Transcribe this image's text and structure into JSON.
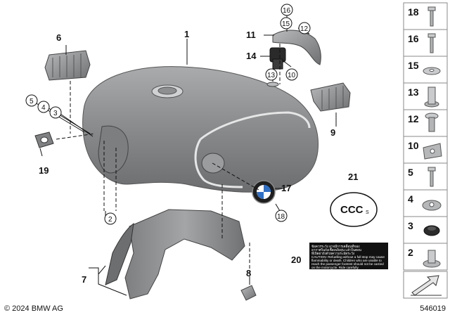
{
  "diagram": {
    "labels": {
      "tank": "1",
      "spacer": "2",
      "bolt": "3",
      "clip": "4",
      "screw_5": "5",
      "bracket": "6",
      "cover": "7",
      "pipe": "8",
      "clip_rear": "9",
      "clip_nut": "10",
      "cap": "11",
      "screw_12": "12",
      "bushing": "13",
      "grommet": "14",
      "washer": "15",
      "screw_16": "16",
      "badge": "17",
      "screw_18": "18",
      "gasket": "19",
      "ccc_sticker": "21",
      "warning_label": "20"
    },
    "ccc_mark": "CCC",
    "ccc_suffix": "S",
    "warning_lines": [
      "ข้อควรระวัง อาจมีการเคลื่อนที่ของ",
      "อากาศในถังเชื้อเพลิงอุ่น แล้วในตอน",
      "ที่เปิดฝาถังด้วยความระมัดระวัง",
      "CAUTION: Refuelling without a full stop may cause",
      "flammability or death. Children who are unable to",
      "reach the passenger footrest should not be carried",
      "on the motorcycle. Ride carefully."
    ]
  },
  "side_parts": [
    {
      "num": "18",
      "icon": "screw-icon"
    },
    {
      "num": "16",
      "icon": "screw-icon"
    },
    {
      "num": "15",
      "icon": "washer-icon"
    },
    {
      "num": "13",
      "icon": "bushing-icon"
    },
    {
      "num": "12",
      "icon": "collar-screw-icon"
    },
    {
      "num": "10",
      "icon": "clip-nut-icon"
    },
    {
      "num": "5",
      "icon": "screw-icon"
    },
    {
      "num": "4",
      "icon": "clip-icon"
    },
    {
      "num": "3",
      "icon": "grommet-icon"
    },
    {
      "num": "2",
      "icon": "spacer-icon"
    }
  ],
  "footer": {
    "copyright": "© 2024 BMW AG",
    "diagram_id": "546019"
  }
}
